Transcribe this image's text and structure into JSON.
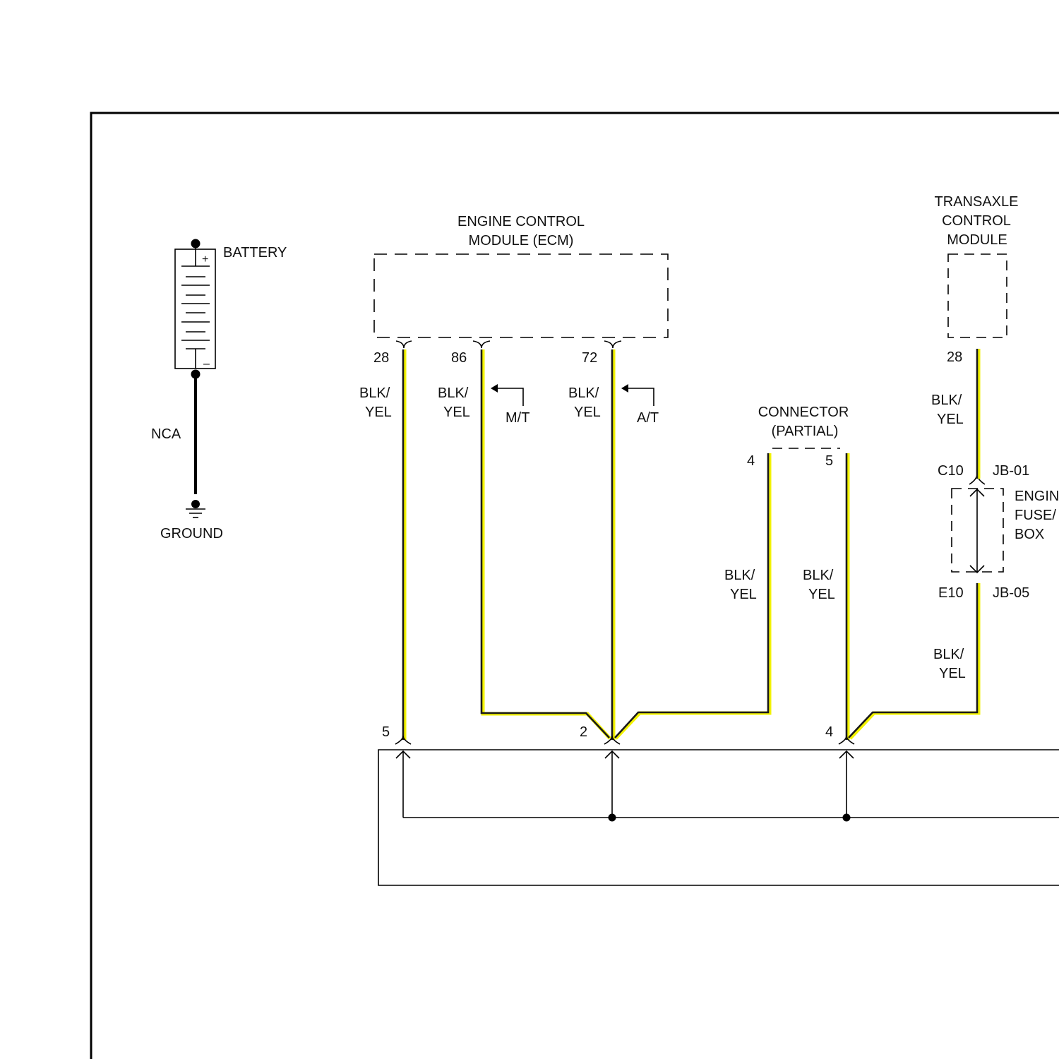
{
  "colors": {
    "wire_highlight": "#f2f200",
    "wire_core": "#1a1a1a"
  },
  "battery": {
    "label": "BATTERY",
    "plus": "+",
    "minus": "–"
  },
  "battery_wire": {
    "label": "NCA"
  },
  "ground": {
    "label": "GROUND"
  },
  "ecm": {
    "title_line1": "ENGINE CONTROL",
    "title_line2": "MODULE (ECM)"
  },
  "ecm_pins": {
    "p28": "28",
    "p86": "86",
    "p72": "72"
  },
  "wire_labels": {
    "w1_l1": "BLK/",
    "w1_l2": "YEL",
    "w2_l1": "BLK/",
    "w2_l2": "YEL",
    "w3_l1": "BLK/",
    "w3_l2": "YEL",
    "w4_l1": "BLK/",
    "w4_l2": "YEL",
    "w5_l1": "BLK/",
    "w5_l2": "YEL",
    "w6_l1": "BLK/",
    "w6_l2": "YEL",
    "w7_l1": "BLK/",
    "w7_l2": "YEL"
  },
  "option_tags": {
    "mt": "M/T",
    "at": "A/T"
  },
  "connector": {
    "title_line1": "CONNECTOR",
    "title_line2": "(PARTIAL)",
    "pin_a": "4",
    "pin_b": "5"
  },
  "tcm": {
    "title_line1": "TRANSAXLE",
    "title_line2": "CONTROL",
    "title_line3": "MODULE",
    "pin": "28"
  },
  "fuse_box": {
    "label_line1": "ENGIN",
    "label_line2": "FUSE/",
    "label_line3": "BOX",
    "top_cavity": "C10",
    "top_connector": "JB-01",
    "bottom_cavity": "E10",
    "bottom_connector": "JB-05"
  },
  "splice_pins": {
    "left": "5",
    "middle": "2",
    "right": "4"
  }
}
